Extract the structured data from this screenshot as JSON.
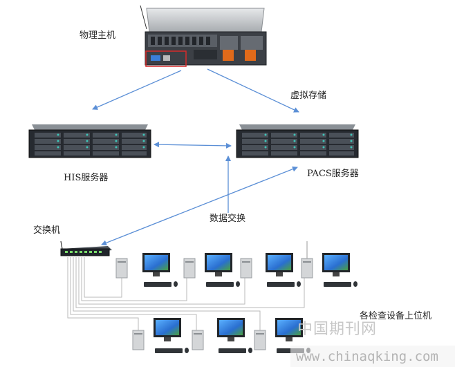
{
  "labels": {
    "physical_host": "物理主机",
    "virtual_storage": "虚拟存储",
    "his_server": "HIS服务器",
    "pacs_server": "PACS服务器",
    "data_exchange": "数据交换",
    "switch": "交换机",
    "workstations": "各检查设备上位机"
  },
  "watermark": {
    "site_name": "中国期刊网",
    "url": "www.chinaqking.com"
  },
  "colors": {
    "arrow": "#5b8fd6",
    "cable": "#b9b9b9",
    "server_body": "#262a30",
    "drive_bay": "#4a5058",
    "monitor_screen": "#3a8be0",
    "host_chassis": "#c9ccd0",
    "highlight": "#d62a2a"
  }
}
